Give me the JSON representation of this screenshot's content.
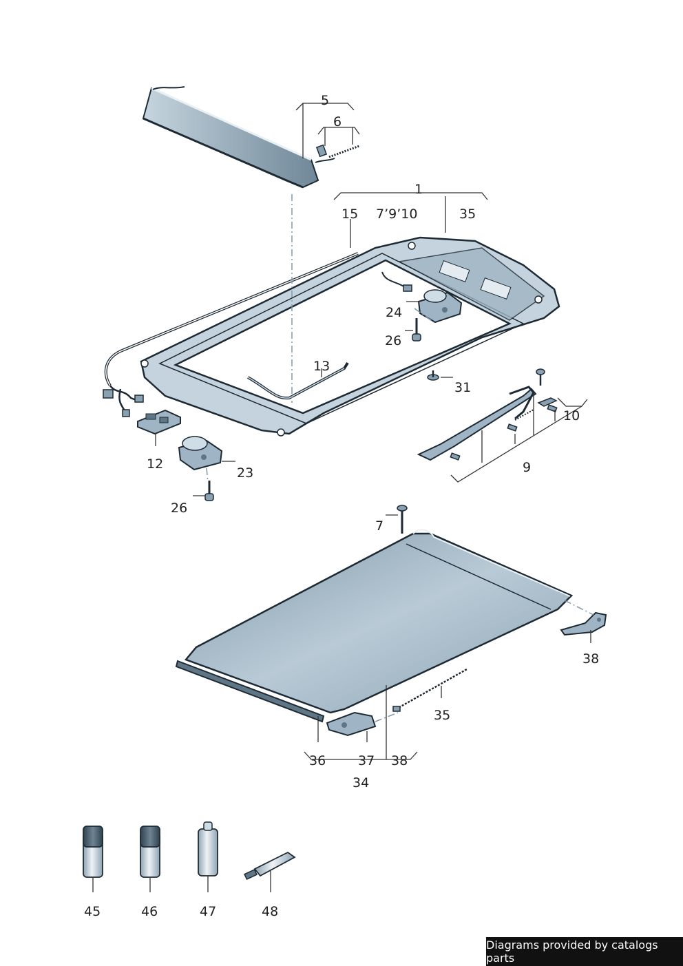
{
  "callouts": {
    "c5": "5",
    "c6": "6",
    "c1": "1",
    "c15": "15",
    "c7910": "7’9’10",
    "c35a": "35",
    "c24": "24",
    "c26a": "26",
    "c13": "13",
    "c31": "31",
    "c10": "10",
    "c9": "9",
    "c12": "12",
    "c23": "23",
    "c26b": "26",
    "c7": "7",
    "c38a": "38",
    "c35b": "35",
    "c36": "36",
    "c37": "37",
    "c38b": "38",
    "c34": "34",
    "c45": "45",
    "c46": "46",
    "c47": "47",
    "c48": "48"
  },
  "credit": "Diagrams provided by catalogs parts",
  "colors": {
    "part_fill": "#9fb4c4",
    "part_light": "#cfdde6",
    "part_dark": "#5f7686",
    "outline": "#1e2a33",
    "leader": "#333333"
  }
}
